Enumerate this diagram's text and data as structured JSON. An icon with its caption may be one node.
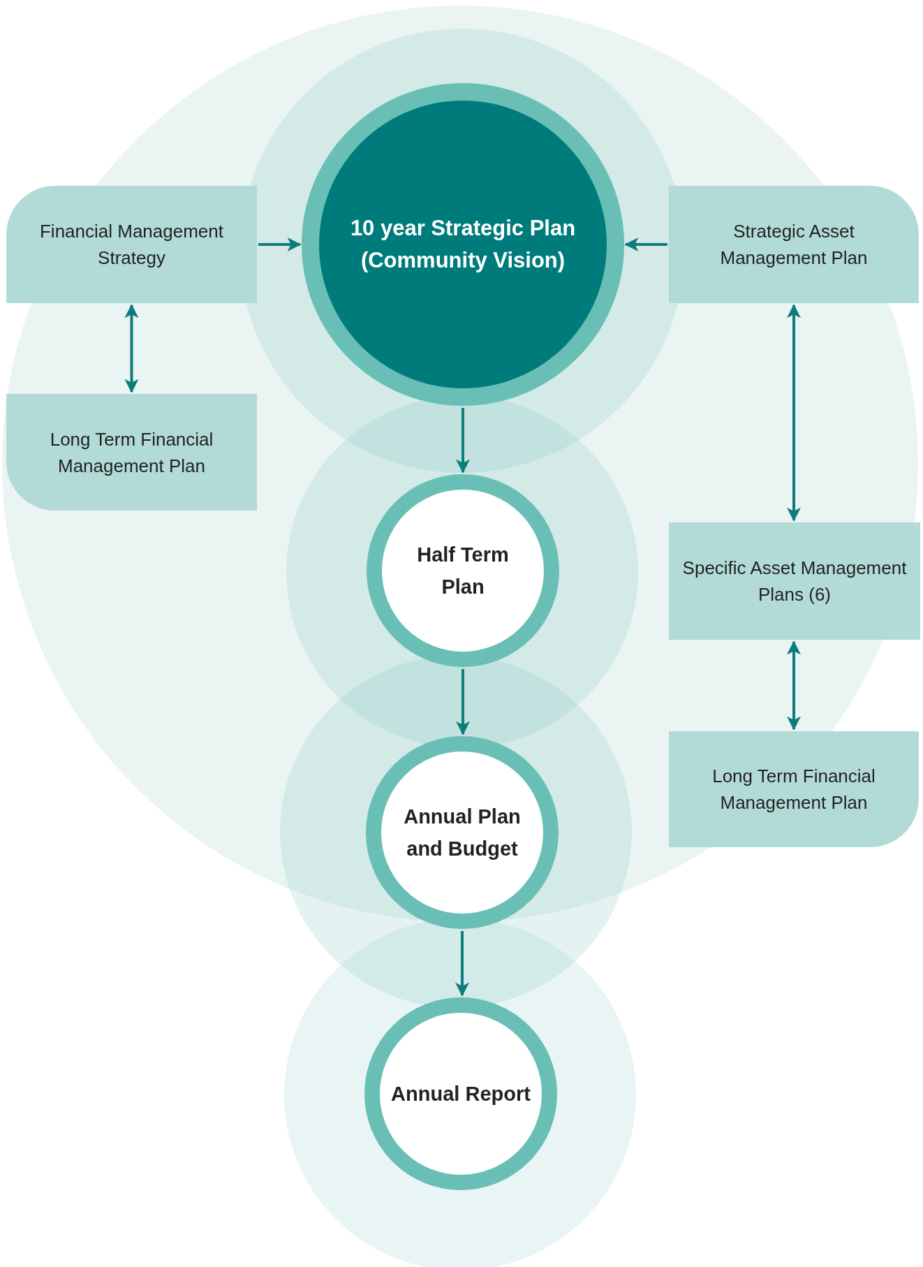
{
  "diagram": {
    "nodes": [
      {
        "text": [
          "Financial Management Strategy"
        ]
      },
      {
        "text": [
          "10 year Strategic Plan (Community Vision)"
        ]
      },
      {
        "text": [
          "Strategic Asset Management Plan"
        ]
      },
      {
        "text": [
          "Long Term Financial Management Plan"
        ]
      },
      {
        "text": [
          "Half Term Plan"
        ]
      },
      {
        "text": [
          "Specific Asset Management Plans (6)"
        ]
      },
      {
        "text": [
          "Annual Plan and Budget"
        ]
      },
      {
        "text": [
          "Long Term Financial Management Plan"
        ]
      },
      {
        "text": [
          "Annual Report"
        ]
      }
    ],
    "edges": [
      {
        "from": 0,
        "to": 1,
        "arrow": "to"
      },
      {
        "from": 2,
        "to": 1,
        "arrow": "to"
      },
      {
        "from": 0,
        "to": 3,
        "arrow": "both"
      },
      {
        "from": 2,
        "to": 5,
        "arrow": "both"
      },
      {
        "from": 5,
        "to": 7,
        "arrow": "both"
      },
      {
        "from": 1,
        "to": 4,
        "arrow": "to"
      },
      {
        "from": 4,
        "to": 6,
        "arrow": "to"
      },
      {
        "from": 6,
        "to": 8,
        "arrow": "to"
      }
    ]
  }
}
